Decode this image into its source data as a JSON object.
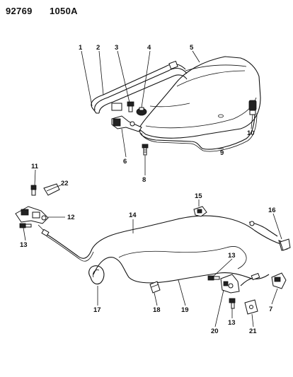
{
  "header": {
    "diagram_number": "92769",
    "page_code": "1050A"
  },
  "callouts": [
    {
      "id": "c1",
      "label": "1"
    },
    {
      "id": "c2",
      "label": "2"
    },
    {
      "id": "c3",
      "label": "3"
    },
    {
      "id": "c4",
      "label": "4"
    },
    {
      "id": "c5",
      "label": "5"
    },
    {
      "id": "c6",
      "label": "6"
    },
    {
      "id": "c7",
      "label": "7"
    },
    {
      "id": "c8",
      "label": "8"
    },
    {
      "id": "c9",
      "label": "9"
    },
    {
      "id": "c10",
      "label": "10"
    },
    {
      "id": "c11",
      "label": "11"
    },
    {
      "id": "c12",
      "label": "12"
    },
    {
      "id": "c13a",
      "label": "13"
    },
    {
      "id": "c13b",
      "label": "13"
    },
    {
      "id": "c13c",
      "label": "13"
    },
    {
      "id": "c14",
      "label": "14"
    },
    {
      "id": "c15",
      "label": "15"
    },
    {
      "id": "c16",
      "label": "16"
    },
    {
      "id": "c17",
      "label": "17"
    },
    {
      "id": "c18",
      "label": "18"
    },
    {
      "id": "c19",
      "label": "19"
    },
    {
      "id": "c20",
      "label": "20"
    },
    {
      "id": "c21",
      "label": "21"
    },
    {
      "id": "c22",
      "label": "22"
    }
  ]
}
